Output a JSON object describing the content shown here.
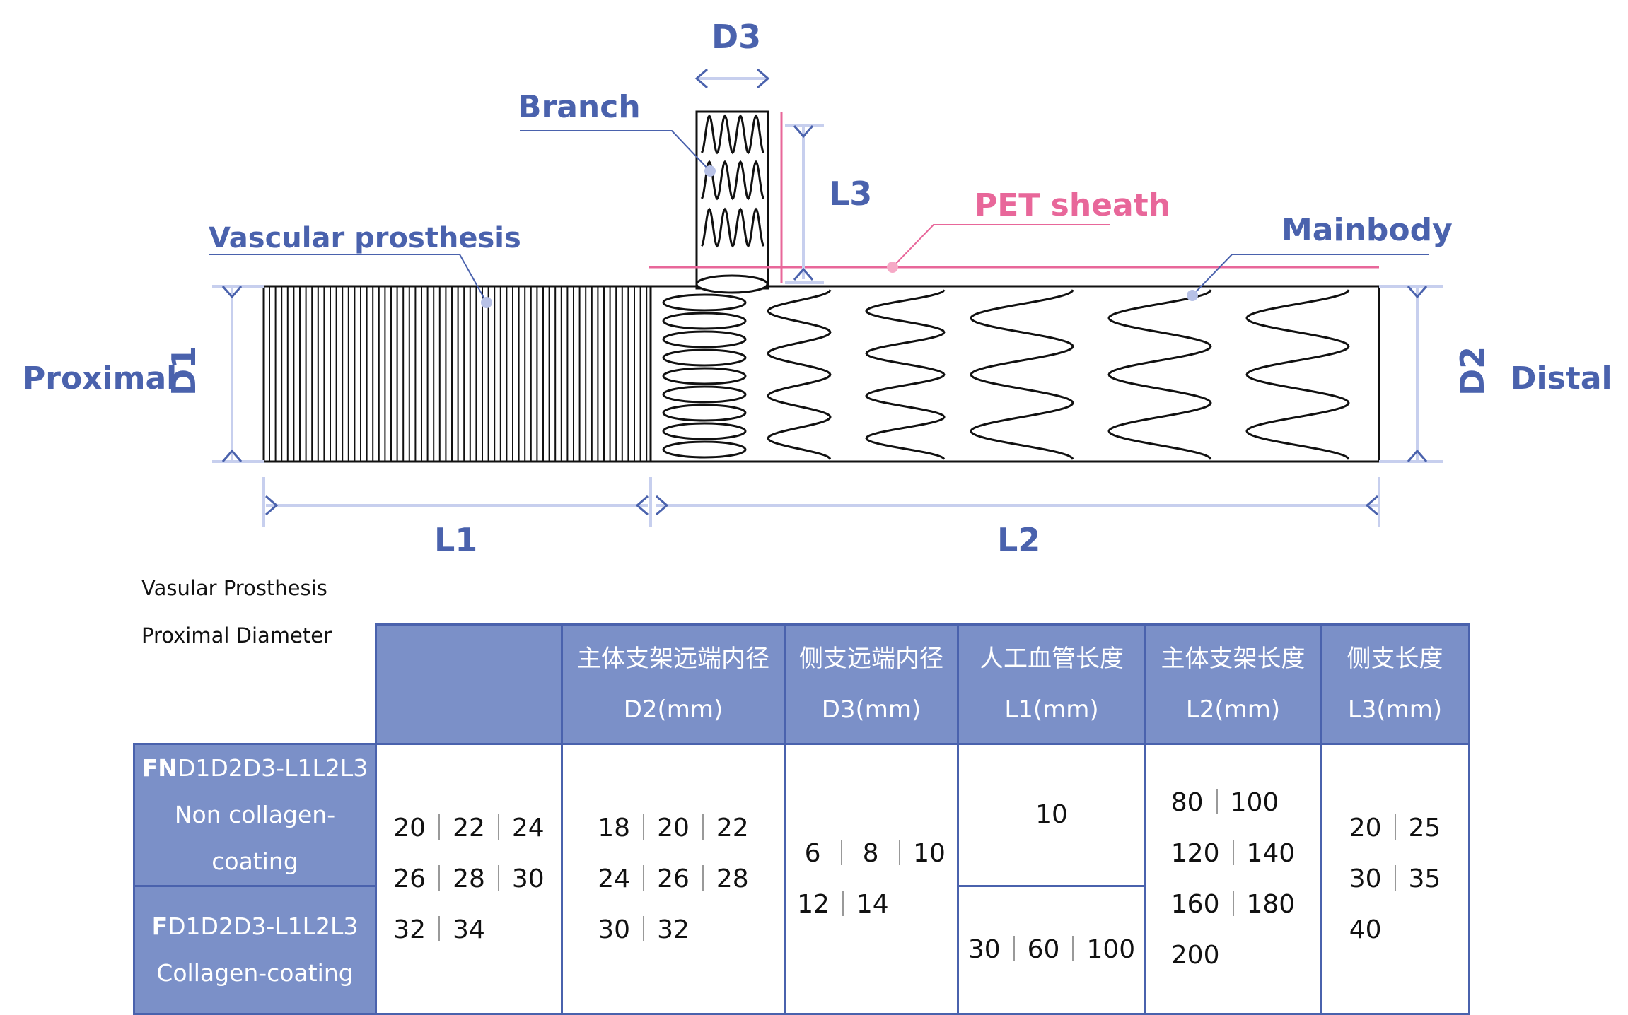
{
  "diagram": {
    "labels": {
      "d3": "D3",
      "branch": "Branch",
      "l3": "L3",
      "pet_sheath": "PET sheath",
      "vascular_prosthesis": "Vascular prosthesis",
      "mainbody": "Mainbody",
      "proximal": "Proximal",
      "d1": "D1",
      "d2": "D2",
      "distal": "Distal",
      "l1": "L1",
      "l2": "L2"
    },
    "colors": {
      "label_blue": "#4a62ad",
      "pet_pink": "#e8679a",
      "dimension_line": "#c7cfee",
      "header_fill": "#7b90c8",
      "stent_stroke": "#111111"
    }
  },
  "notes": [
    "Vasular Prosthesis",
    "Proximal Diameter"
  ],
  "table": {
    "headers": [
      {
        "cn": "",
        "en": ""
      },
      {
        "cn": "主体支架远端内径",
        "en": "D2(mm)"
      },
      {
        "cn": "侧支远端内径",
        "en": "D3(mm)"
      },
      {
        "cn": "人工血管长度",
        "en": "L1(mm)"
      },
      {
        "cn": "主体支架长度",
        "en": "L2(mm)"
      },
      {
        "cn": "侧支长度",
        "en": "L3(mm)"
      }
    ],
    "rows": [
      {
        "prefix": "FN",
        "code": "D1D2D3-L1L2L3",
        "desc": "Non collagen-coating"
      },
      {
        "prefix": "F",
        "code": "D1D2D3-L1L2L3",
        "desc": "Collagen-coating"
      }
    ],
    "d1_values": [
      [
        "20",
        "22",
        "24"
      ],
      [
        "26",
        "28",
        "30"
      ],
      [
        "32",
        "34"
      ]
    ],
    "d2_values": [
      [
        "18",
        "20",
        "22"
      ],
      [
        "24",
        "26",
        "28"
      ],
      [
        "30",
        "32"
      ]
    ],
    "d3_values": [
      [
        "6",
        "8",
        "10"
      ],
      [
        "12",
        "14"
      ]
    ],
    "l1_values_row1": [
      [
        "10"
      ]
    ],
    "l1_values_row2": [
      [
        "30",
        "60",
        "100"
      ]
    ],
    "l2_values": [
      [
        "80",
        "100"
      ],
      [
        "120",
        "140"
      ],
      [
        "160",
        "180"
      ],
      [
        "200"
      ]
    ],
    "l3_values": [
      [
        "20",
        "25"
      ],
      [
        "30",
        "35"
      ],
      [
        "40"
      ]
    ]
  }
}
